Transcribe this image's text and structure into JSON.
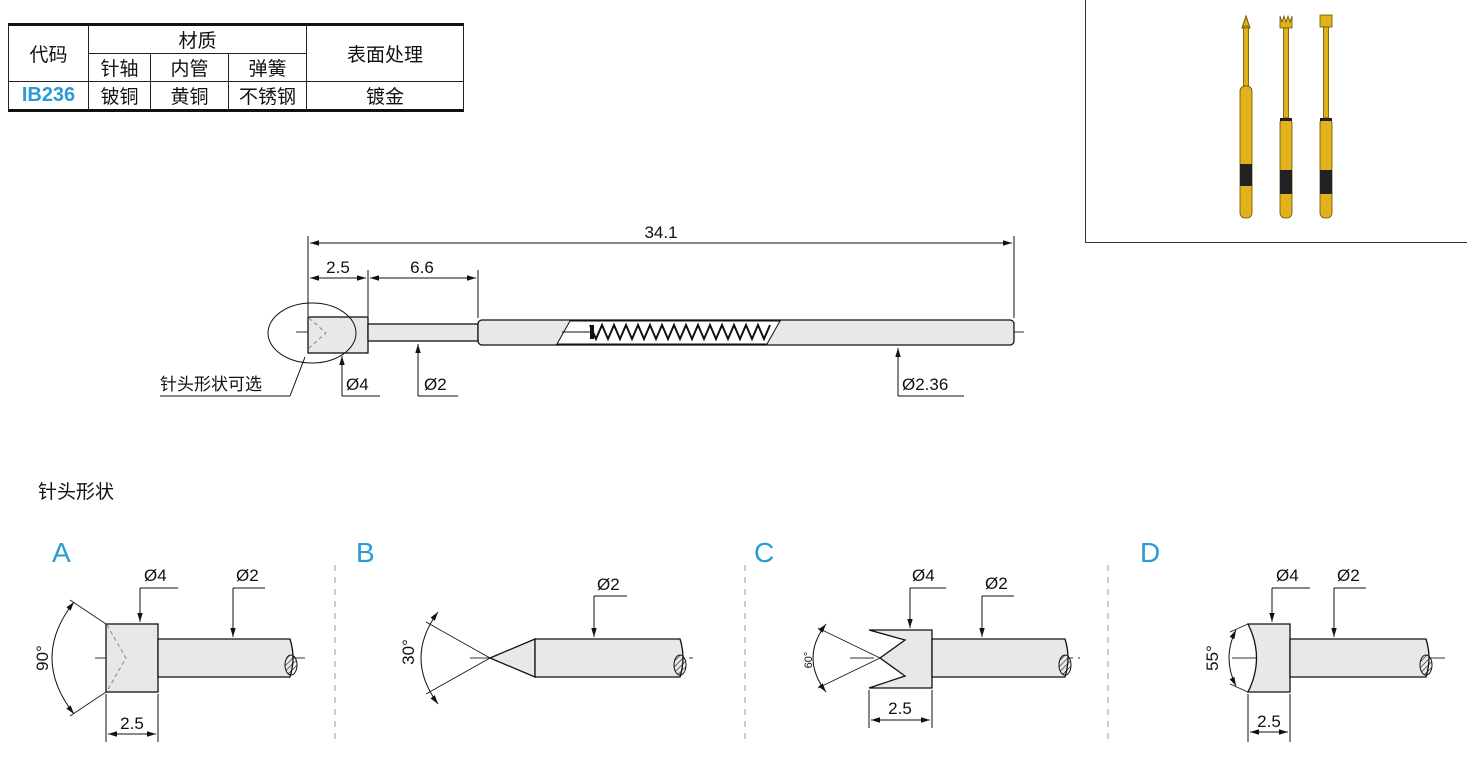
{
  "table": {
    "header": {
      "code": "代码",
      "material": "材质",
      "surface": "表面处理",
      "shaft": "针轴",
      "tube": "内管",
      "spring": "弹簧"
    },
    "row": {
      "code": "IB236",
      "shaft": "铍铜",
      "tube": "黄铜",
      "spring": "不锈钢",
      "surface": "镀金"
    }
  },
  "main_drawing": {
    "dim_total": "34.1",
    "dim_head": "2.5",
    "dim_tip": "6.6",
    "dia_head": "Ø4",
    "dia_tip": "Ø2",
    "dia_barrel": "Ø2.36",
    "note": "针头形状可选"
  },
  "section_title": "针头形状",
  "shapes": [
    {
      "label": "A",
      "dia_head": "Ø4",
      "dia_shaft": "Ø2",
      "angle": "90°",
      "length": "2.5"
    },
    {
      "label": "B",
      "dia_shaft": "Ø2",
      "angle": "30°"
    },
    {
      "label": "C",
      "dia_head": "Ø4",
      "dia_shaft": "Ø2",
      "angle": "60°",
      "length": "2.5"
    },
    {
      "label": "D",
      "dia_head": "Ø4",
      "dia_shaft": "Ø2",
      "angle": "55°",
      "length": "2.5"
    }
  ],
  "colors": {
    "accent": "#2a9bd5",
    "gold": "#e2b21c",
    "line": "#111111",
    "fill": "#e8e8e8"
  }
}
